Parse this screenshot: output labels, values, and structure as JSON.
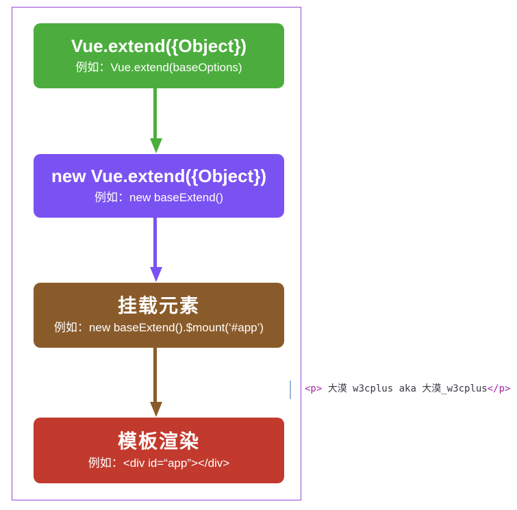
{
  "frame": {
    "border_color": "#9747d6"
  },
  "diagram": {
    "nodes": [
      {
        "title": "Vue.extend({Object})",
        "subtitle": "例如：Vue.extend(baseOptions)",
        "color": "#4cad3e"
      },
      {
        "title": "new Vue.extend({Object})",
        "subtitle": "例如：new baseExtend()",
        "color": "#7b52f2"
      },
      {
        "title": "挂载元素",
        "subtitle": "例如：new baseExtend().$mount(‘#app’)",
        "color": "#8a5b2a"
      },
      {
        "title": "模板渲染",
        "subtitle": "例如：<div id=“app”></div>",
        "color": "#c23a2d"
      }
    ],
    "arrows": [
      {
        "color": "#4cad3e"
      },
      {
        "color": "#7b52f2"
      },
      {
        "color": "#8a5b2a"
      }
    ]
  },
  "code_editor": {
    "open_tag": "<p>",
    "text": " 大漠 w3cplus aka 大漠_w3cplus",
    "close_tag": "</p>",
    "tag_color": "#a626a4",
    "text_color": "#383a42",
    "caret_color": "#9fb6d6"
  }
}
